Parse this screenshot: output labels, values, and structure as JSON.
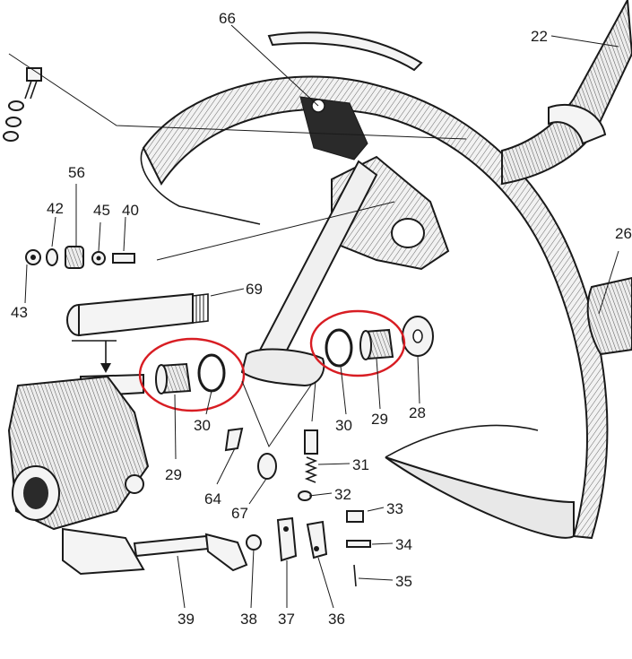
{
  "diagram": {
    "highlight_color": "#d81d23",
    "line_color": "#1a1a1a",
    "labels": {
      "l66": "66",
      "l22": "22",
      "l26": "26",
      "l56": "56",
      "l42": "42",
      "l45": "45",
      "l40": "40",
      "l43": "43",
      "l69": "69",
      "l29a": "29",
      "l30a": "30",
      "l30b": "30",
      "l29b": "29",
      "l28": "28",
      "l31": "31",
      "l32": "32",
      "l33": "33",
      "l34": "34",
      "l35": "35",
      "l64": "64",
      "l67": "67",
      "l39": "39",
      "l38": "38",
      "l37": "37",
      "l36": "36"
    }
  }
}
